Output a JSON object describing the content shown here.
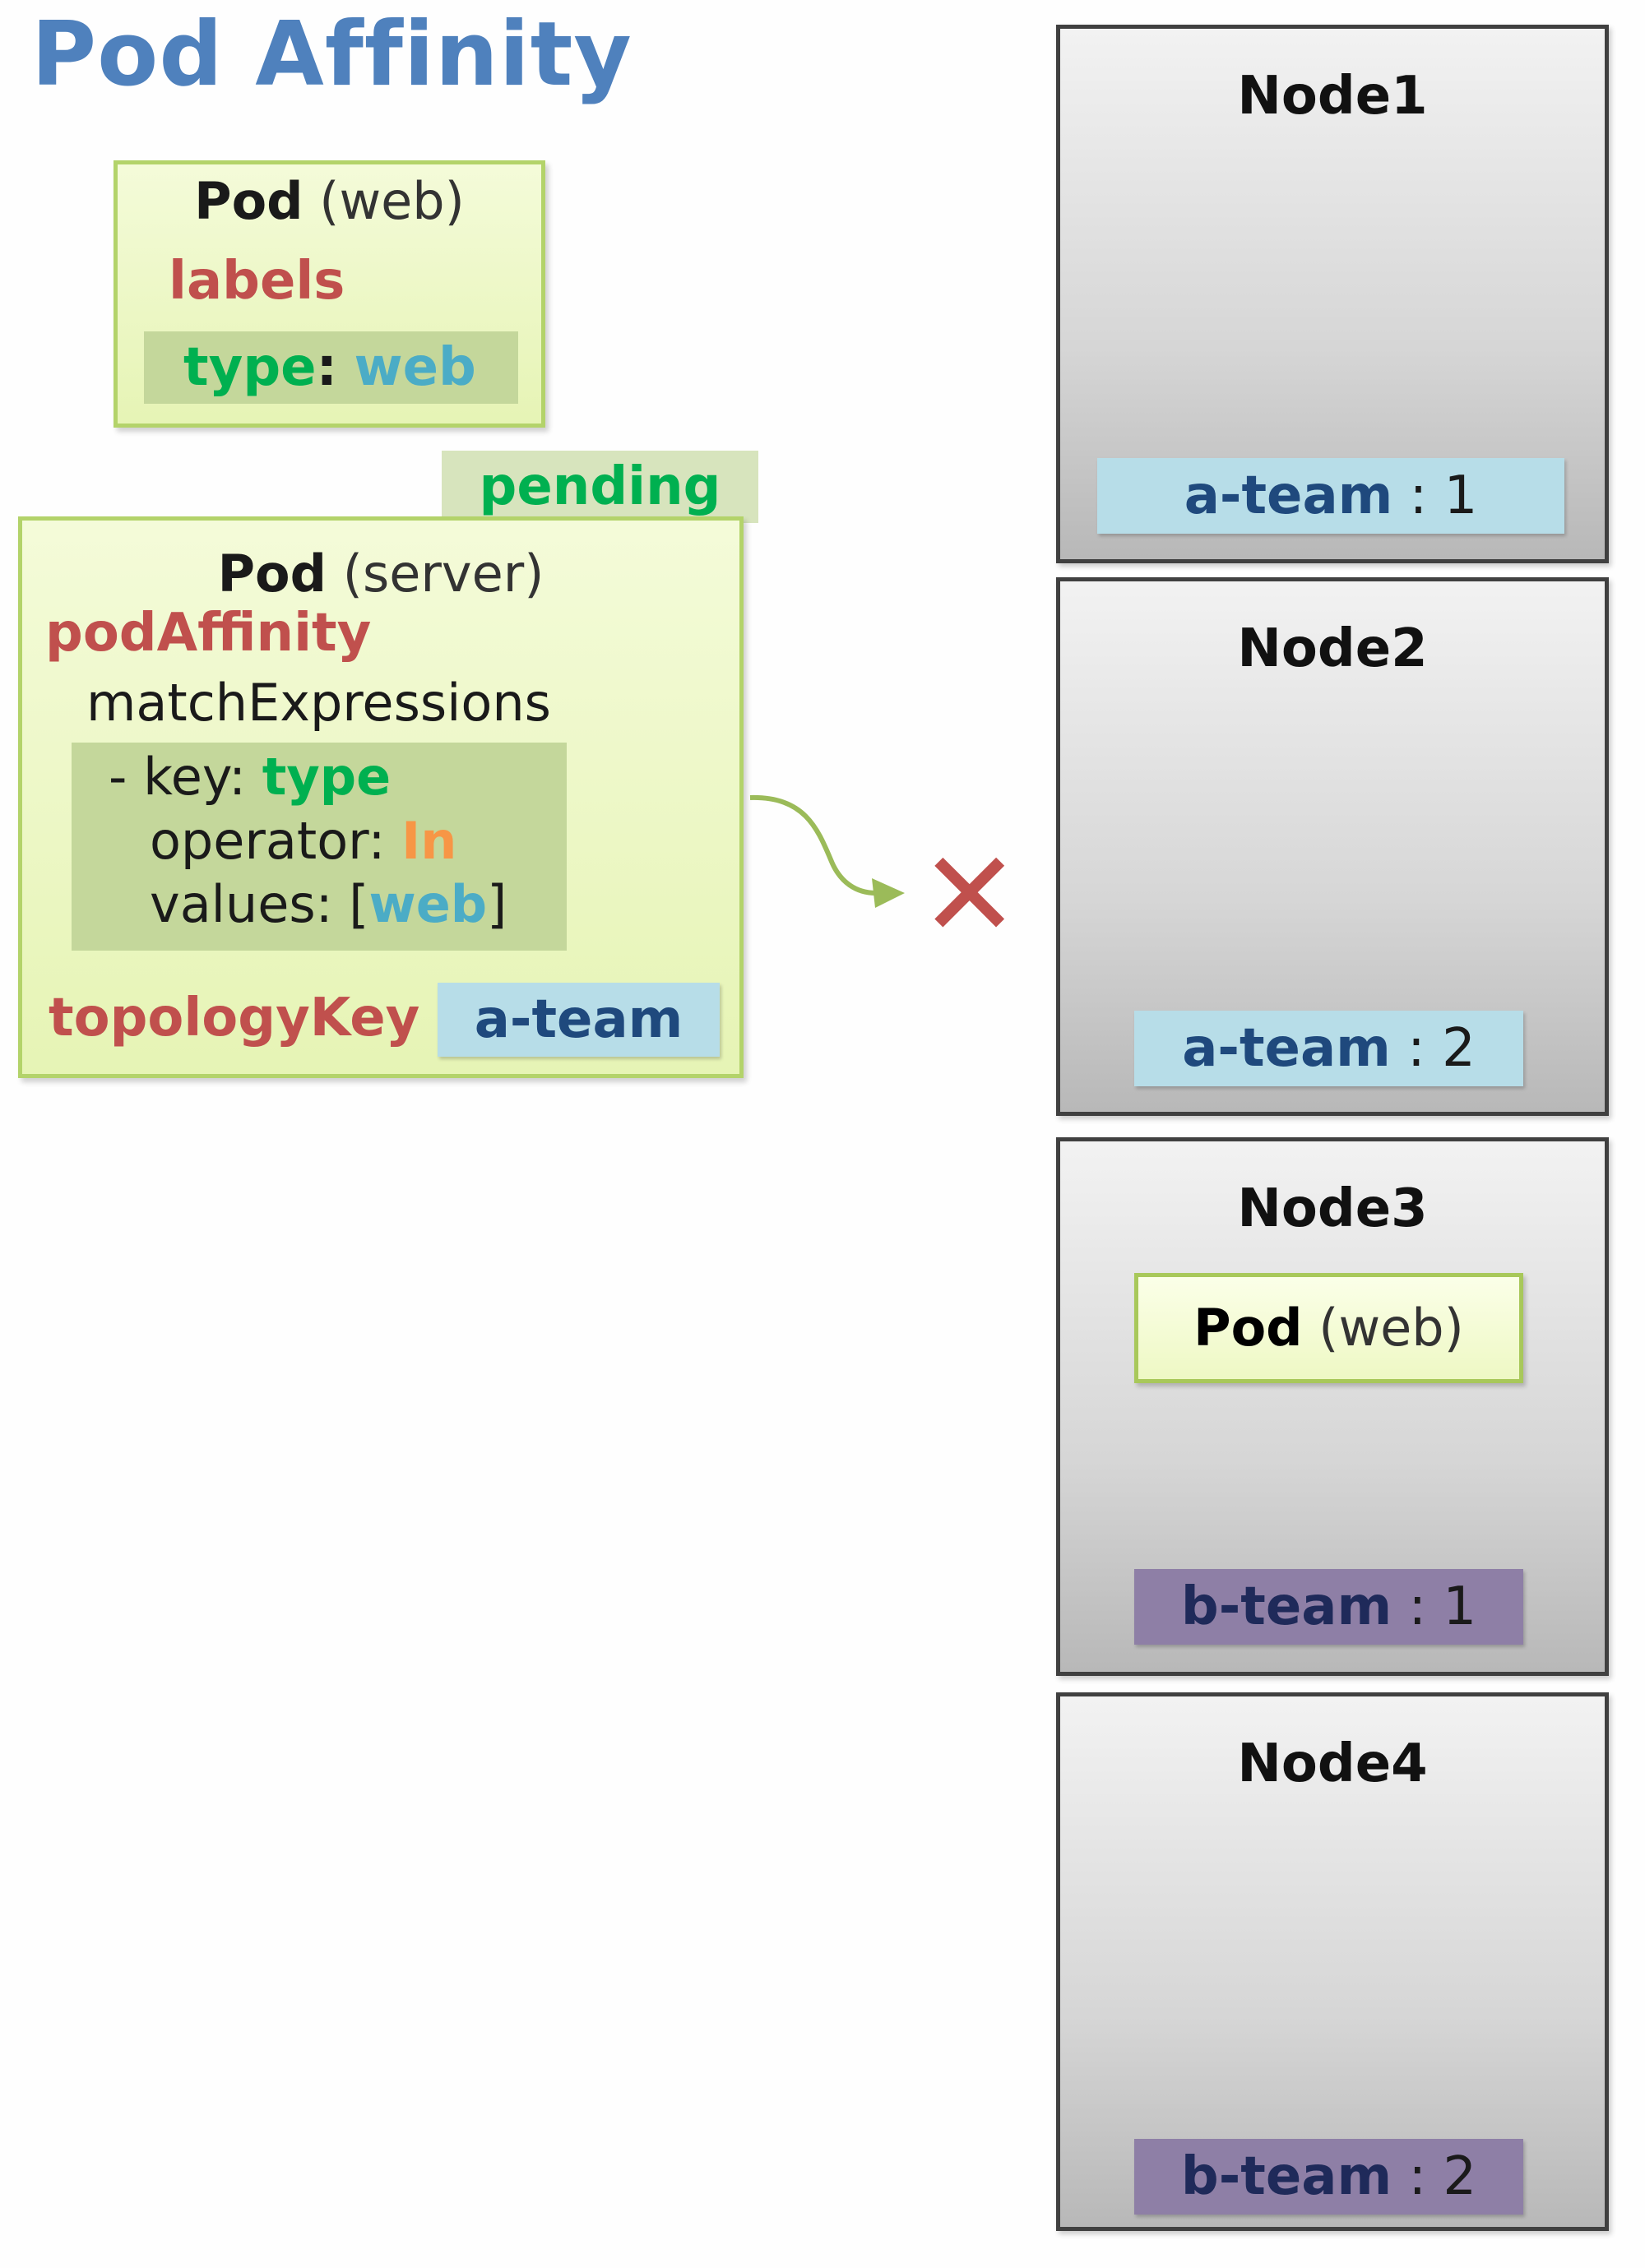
{
  "title": "Pod Affinity",
  "web_pod": {
    "pod": "Pod",
    "kind": "(web)",
    "labels": "labels",
    "label_key": "type",
    "label_sep": ":",
    "label_value": "web"
  },
  "pending": "pending",
  "server_pod": {
    "pod": "Pod",
    "kind": "(server)",
    "pod_affinity": "podAffinity",
    "match_expressions": "matchExpressions",
    "key_prefix": "-  key:",
    "key_value": "type",
    "operator_label": "operator:",
    "operator_value": "In",
    "values_label": "values: [",
    "values_value": "web",
    "values_close": "]",
    "topology_key": "topologyKey",
    "topology_value": "a-team"
  },
  "reject_mark": "✕",
  "nodes": [
    {
      "name": "Node1",
      "label_key": "a-team",
      "label_sep": " : ",
      "label_value": "1"
    },
    {
      "name": "Node2",
      "label_key": "a-team",
      "label_sep": " : ",
      "label_value": "2"
    },
    {
      "name": "Node3",
      "label_key": "b-team",
      "label_sep": " : ",
      "label_value": "1",
      "pod": {
        "pod": "Pod",
        "kind": "(web)"
      }
    },
    {
      "name": "Node4",
      "label_key": "b-team",
      "label_sep": " : ",
      "label_value": "2"
    }
  ],
  "colors": {
    "title": "#4f81bd",
    "pod_fill": "#e6f4b5",
    "pod_border": "#b3d36a",
    "label_red": "#c0504d",
    "label_green": "#00b050",
    "label_blue": "#4bacc6",
    "operator_orange": "#f79646",
    "a_team_label": "#b7dde8",
    "b_team_label": "#8e7fa6",
    "reject_red": "#c0504d",
    "arrow": "#9bbb59"
  }
}
